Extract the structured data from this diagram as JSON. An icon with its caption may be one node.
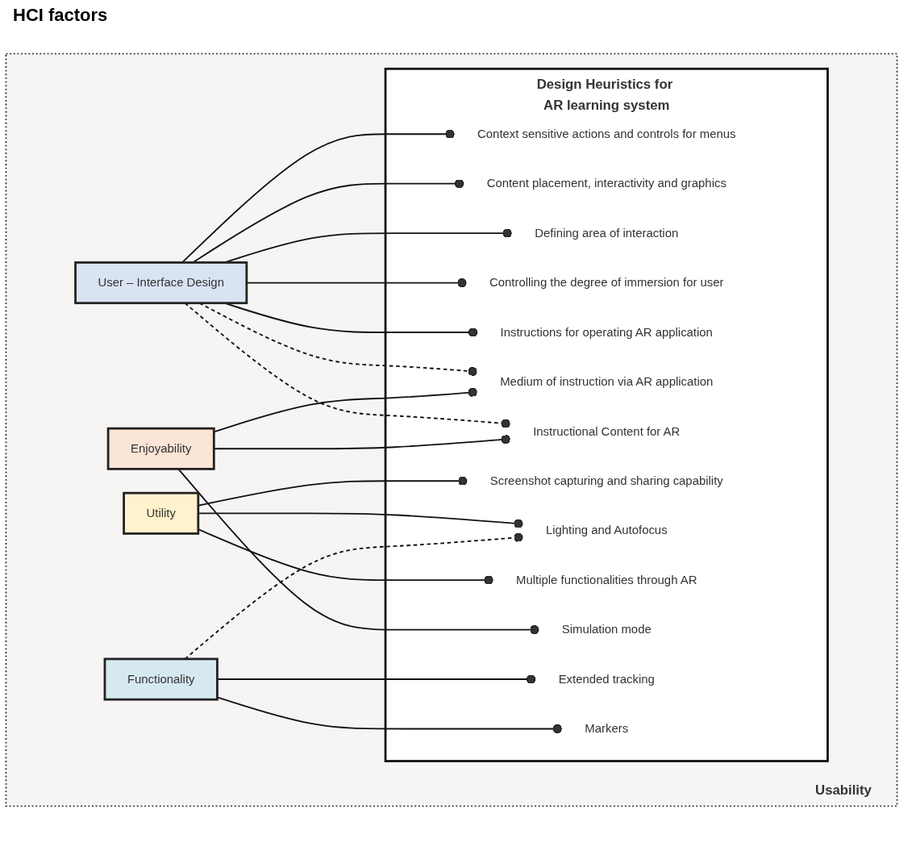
{
  "diagram": {
    "nodes": [
      {
        "text": [
          "Usability"
        ]
      },
      {
        "text": [
          "User – Interface Design"
        ],
        "in": 0
      },
      {
        "text": [
          "Utility"
        ],
        "in": 0
      },
      {
        "text": [
          "Enjoyability"
        ],
        "in": 0
      },
      {
        "text": [
          "Functionality"
        ],
        "in": 0
      },
      {
        "text": [
          "Design Heuristics for AR learning system"
        ],
        "in": 0
      },
      {
        "text": [
          "Context sensitive actions and controls for menus"
        ],
        "in": 5
      },
      {
        "text": [
          "Content placement, interactivity and graphics"
        ],
        "in": 5
      },
      {
        "text": [
          "Defining area of interaction"
        ],
        "in": 5
      },
      {
        "text": [
          "Controlling the degree of immersion for user"
        ],
        "in": 5
      },
      {
        "text": [
          "Instructions for operating AR application"
        ],
        "in": 5
      },
      {
        "text": [
          "Screenshot capturing and sharing capability"
        ],
        "in": 5
      },
      {
        "text": [
          "Lighting and Autofocus"
        ],
        "in": 5
      },
      {
        "text": [
          "Multiple functionalities through AR"
        ],
        "in": 5
      },
      {
        "text": [
          "Medium of instruction via AR application"
        ],
        "in": 5
      },
      {
        "text": [
          "Instructional Content for AR"
        ],
        "in": 5
      },
      {
        "text": [
          "Simulation mode"
        ],
        "in": 5
      },
      {
        "text": [
          "Extended tracking"
        ],
        "in": 5
      },
      {
        "text": [
          "Markers"
        ],
        "in": 5
      }
    ],
    "edges": [
      {
        "from": 1,
        "to": 6,
        "arrow": "other"
      },
      {
        "from": 1,
        "to": 7,
        "arrow": "other"
      },
      {
        "from": 1,
        "to": 8,
        "arrow": "other"
      },
      {
        "from": 1,
        "to": 9,
        "arrow": "other"
      },
      {
        "from": 1,
        "to": 10,
        "arrow": "other"
      },
      {
        "from": 1,
        "to": 14,
        "arrow": "other",
        "style": "dashed"
      },
      {
        "from": 1,
        "to": 15,
        "arrow": "other",
        "style": "dashed"
      },
      {
        "from": 2,
        "to": 11,
        "arrow": "other"
      },
      {
        "from": 2,
        "to": 12,
        "arrow": "other"
      },
      {
        "from": 2,
        "to": 13,
        "arrow": "other"
      },
      {
        "from": 3,
        "to": 14,
        "arrow": "other"
      },
      {
        "from": 3,
        "to": 15,
        "arrow": "other"
      },
      {
        "from": 3,
        "to": 16,
        "arrow": "other"
      },
      {
        "from": 4,
        "to": 12,
        "arrow": "other",
        "style": "dashed"
      },
      {
        "from": 4,
        "to": 17,
        "arrow": "other"
      },
      {
        "from": 4,
        "to": 18,
        "arrow": "other"
      }
    ],
    "labels": [
      "HCI factors"
    ]
  }
}
